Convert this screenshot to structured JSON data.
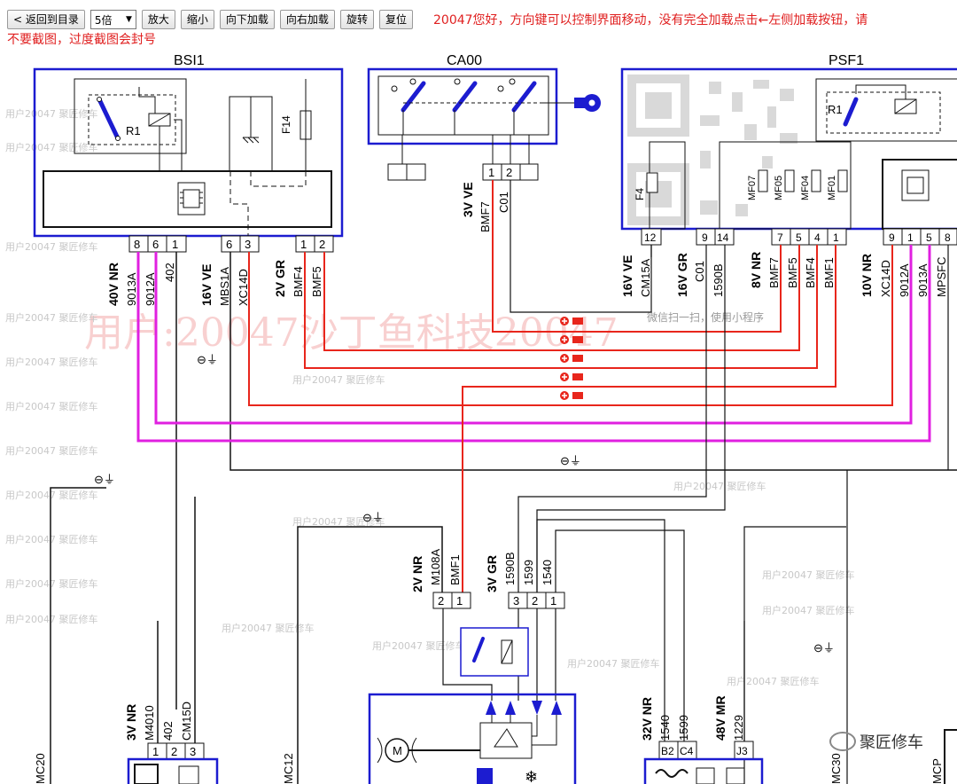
{
  "toolbar": {
    "back_label": "< 返回到目录",
    "zoom_value": "5倍",
    "zoom_in_label": "放大",
    "zoom_out_label": "缩小",
    "load_down_label": "向下加载",
    "load_right_label": "向右加载",
    "rotate_label": "旋转",
    "reset_label": "复位"
  },
  "notice": {
    "line1": "20047您好，方向键可以控制界面移动，没有完全加载点击←左侧加载按钮，请",
    "line2": "不要截图，过度截图会封号"
  },
  "watermark": {
    "big": "用户:20047沙丁鱼科技20047",
    "small": "用户20047 聚匠修车",
    "wechat_hint": "微信扫一扫，使用小程序"
  },
  "brand": {
    "label": "聚匠修车"
  },
  "diagram": {
    "components": {
      "bsi1": "BSI1",
      "ca00": "CA00",
      "psf1": "PSF1",
      "r1_bsi": "R1",
      "r1_psf": "R1",
      "f14": "F14",
      "f4": "F4",
      "mf07": "MF07",
      "mf05": "MF05",
      "mf04": "MF04",
      "mf01": "MF01",
      "mc20": "MC20",
      "mc12": "MC12",
      "mc30": "MC30",
      "mcp": "MCP"
    },
    "bsi_pins": [
      "8",
      "6",
      "1",
      "6",
      "3",
      "1",
      "2"
    ],
    "ca_pins": [
      "1",
      "2"
    ],
    "psf_pins_left": [
      "12",
      "9",
      "14"
    ],
    "psf_pins_mid": [
      "7",
      "5",
      "4",
      "1"
    ],
    "psf_pins_right": [
      "9",
      "1",
      "5",
      "8"
    ],
    "relay_pins_left": [
      "2",
      "1"
    ],
    "relay_pins_right": [
      "3",
      "2",
      "1"
    ],
    "mc20_pins": [
      "1",
      "2",
      "3"
    ],
    "mc30_pins": [
      "B2",
      "C4",
      "J3"
    ],
    "conn_bsi_40v": "40V NR",
    "conn_bsi_16v": "16V VE",
    "conn_bsi_2v": "2V GR",
    "conn_ca_3v": "3V VE",
    "conn_psf_16v_ve": "16V VE",
    "conn_psf_16v_gr": "16V GR",
    "conn_psf_8v": "8V NR",
    "conn_psf_10v": "10V NR",
    "conn_relay_2v": "2V NR",
    "conn_relay_3v": "3V GR",
    "conn_mc20_3v": "3V NR",
    "conn_mc30_32v": "32V NR",
    "conn_mc30_48v": "48V MR",
    "wires": {
      "w9013a": "9013A",
      "w9012a": "9012A",
      "w402": "402",
      "mbs1a": "MBS1A",
      "xc14d": "XC14D",
      "bmf4": "BMF4",
      "bmf5": "BMF5",
      "bmf7": "BMF7",
      "c01": "C01",
      "cm15a": "CM15A",
      "c01b": "C01",
      "w1590b": "1590B",
      "bmf7b": "BMF7",
      "bmf5b": "BMF5",
      "bmf4b": "BMF4",
      "bmf1": "BMF1",
      "xc14db": "XC14D",
      "w9012ab": "9012A",
      "w9013ab": "9013A",
      "mpsfc": "MPSFC",
      "m108a": "M108A",
      "bmf1b": "BMF1",
      "w1590bb": "1590B",
      "w1599": "1599",
      "w1540": "1540",
      "m4010": "M4010",
      "w402b": "402",
      "cm15d": "CM15D",
      "w1540b": "1540",
      "w1599b": "1599",
      "w1229": "1229"
    },
    "ground_symbol": "⊖⏚",
    "motor_label": "M",
    "colors": {
      "red": "#e8261c",
      "magenta": "#e020e0",
      "blue": "#1c1cd0",
      "black": "#111111"
    }
  }
}
